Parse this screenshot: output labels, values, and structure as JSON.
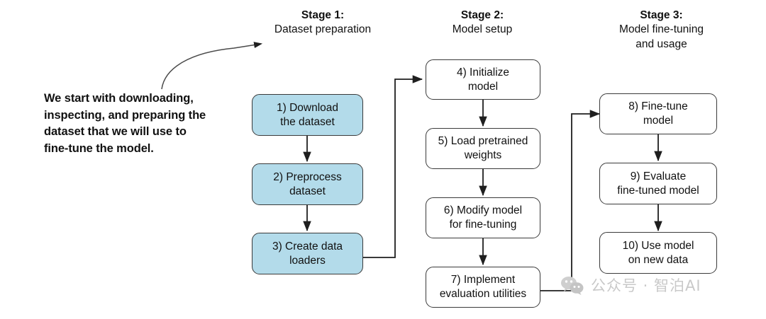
{
  "diagram": {
    "title": "Three-stage LLM fine-tuning workflow",
    "background_color": "#ffffff",
    "box_fill_highlight": "#b3dbea",
    "box_fill_plain": "#ffffff",
    "box_border_color": "#3a3a3a",
    "text_color": "#111111"
  },
  "annotation": {
    "text": "We start with downloading, inspecting, and preparing the dataset that we will use to fine-tune the model.",
    "lines": [
      "We start with downloading,",
      "inspecting, and preparing the",
      "dataset that we will use to",
      "fine-tune the model."
    ]
  },
  "stages": [
    {
      "id": "stage-1",
      "heading_line1": "Stage 1:",
      "heading_line2": "Dataset preparation",
      "heading_line3": "",
      "steps": [
        {
          "number": "1)",
          "label": "1) Download\nthe dataset",
          "line1": "1) Download",
          "line2": "the dataset",
          "filled": true
        },
        {
          "number": "2)",
          "label": "2) Preprocess\ndataset",
          "line1": "2) Preprocess",
          "line2": "dataset",
          "filled": true
        },
        {
          "number": "3)",
          "label": "3) Create data\nloaders",
          "line1": "3) Create data",
          "line2": "loaders",
          "filled": true
        }
      ]
    },
    {
      "id": "stage-2",
      "heading_line1": "Stage 2:",
      "heading_line2": "Model setup",
      "heading_line3": "",
      "steps": [
        {
          "number": "4)",
          "label": "4) Initialize\nmodel",
          "line1": "4) Initialize",
          "line2": "model",
          "filled": false
        },
        {
          "number": "5)",
          "label": "5) Load pretrained\nweights",
          "line1": "5) Load pretrained",
          "line2": "weights",
          "filled": false
        },
        {
          "number": "6)",
          "label": "6) Modify model\nfor fine-tuning",
          "line1": "6) Modify model",
          "line2": "for fine-tuning",
          "filled": false
        },
        {
          "number": "7)",
          "label": "7) Implement\nevaluation utilities",
          "line1": "7) Implement",
          "line2": "evaluation utilities",
          "filled": false
        }
      ]
    },
    {
      "id": "stage-3",
      "heading_line1": "Stage 3:",
      "heading_line2": "Model fine-tuning",
      "heading_line3": "and usage",
      "steps": [
        {
          "number": "8)",
          "label": "8) Fine-tune\nmodel",
          "line1": "8) Fine-tune",
          "line2": "model",
          "filled": false
        },
        {
          "number": "9)",
          "label": "9) Evaluate\nfine-tuned model",
          "line1": "9) Evaluate",
          "line2": "fine-tuned model",
          "filled": false
        },
        {
          "number": "10)",
          "label": "10) Use model\non new data",
          "line1": "10) Use model",
          "line2": "on new data",
          "filled": false
        }
      ]
    }
  ],
  "connectors": [
    {
      "name": "annotation-to-stage1-title",
      "kind": "curved-arrow",
      "from": "annotation",
      "to": "stage-1 heading"
    },
    {
      "name": "step1-to-step2",
      "kind": "straight-arrow-down"
    },
    {
      "name": "step2-to-step3",
      "kind": "straight-arrow-down"
    },
    {
      "name": "step3-to-step4",
      "kind": "elbow-arrow-right-up"
    },
    {
      "name": "step4-to-step5",
      "kind": "straight-arrow-down"
    },
    {
      "name": "step5-to-step6",
      "kind": "straight-arrow-down"
    },
    {
      "name": "step6-to-step7",
      "kind": "straight-arrow-down"
    },
    {
      "name": "step7-to-step8",
      "kind": "elbow-arrow-right-up"
    },
    {
      "name": "step8-to-step9",
      "kind": "straight-arrow-down"
    },
    {
      "name": "step9-to-step10",
      "kind": "straight-arrow-down"
    }
  ],
  "watermark": {
    "icon": "wechat-icon",
    "text": "公众号 · 智泊AI",
    "color": "#c9c9c9"
  }
}
